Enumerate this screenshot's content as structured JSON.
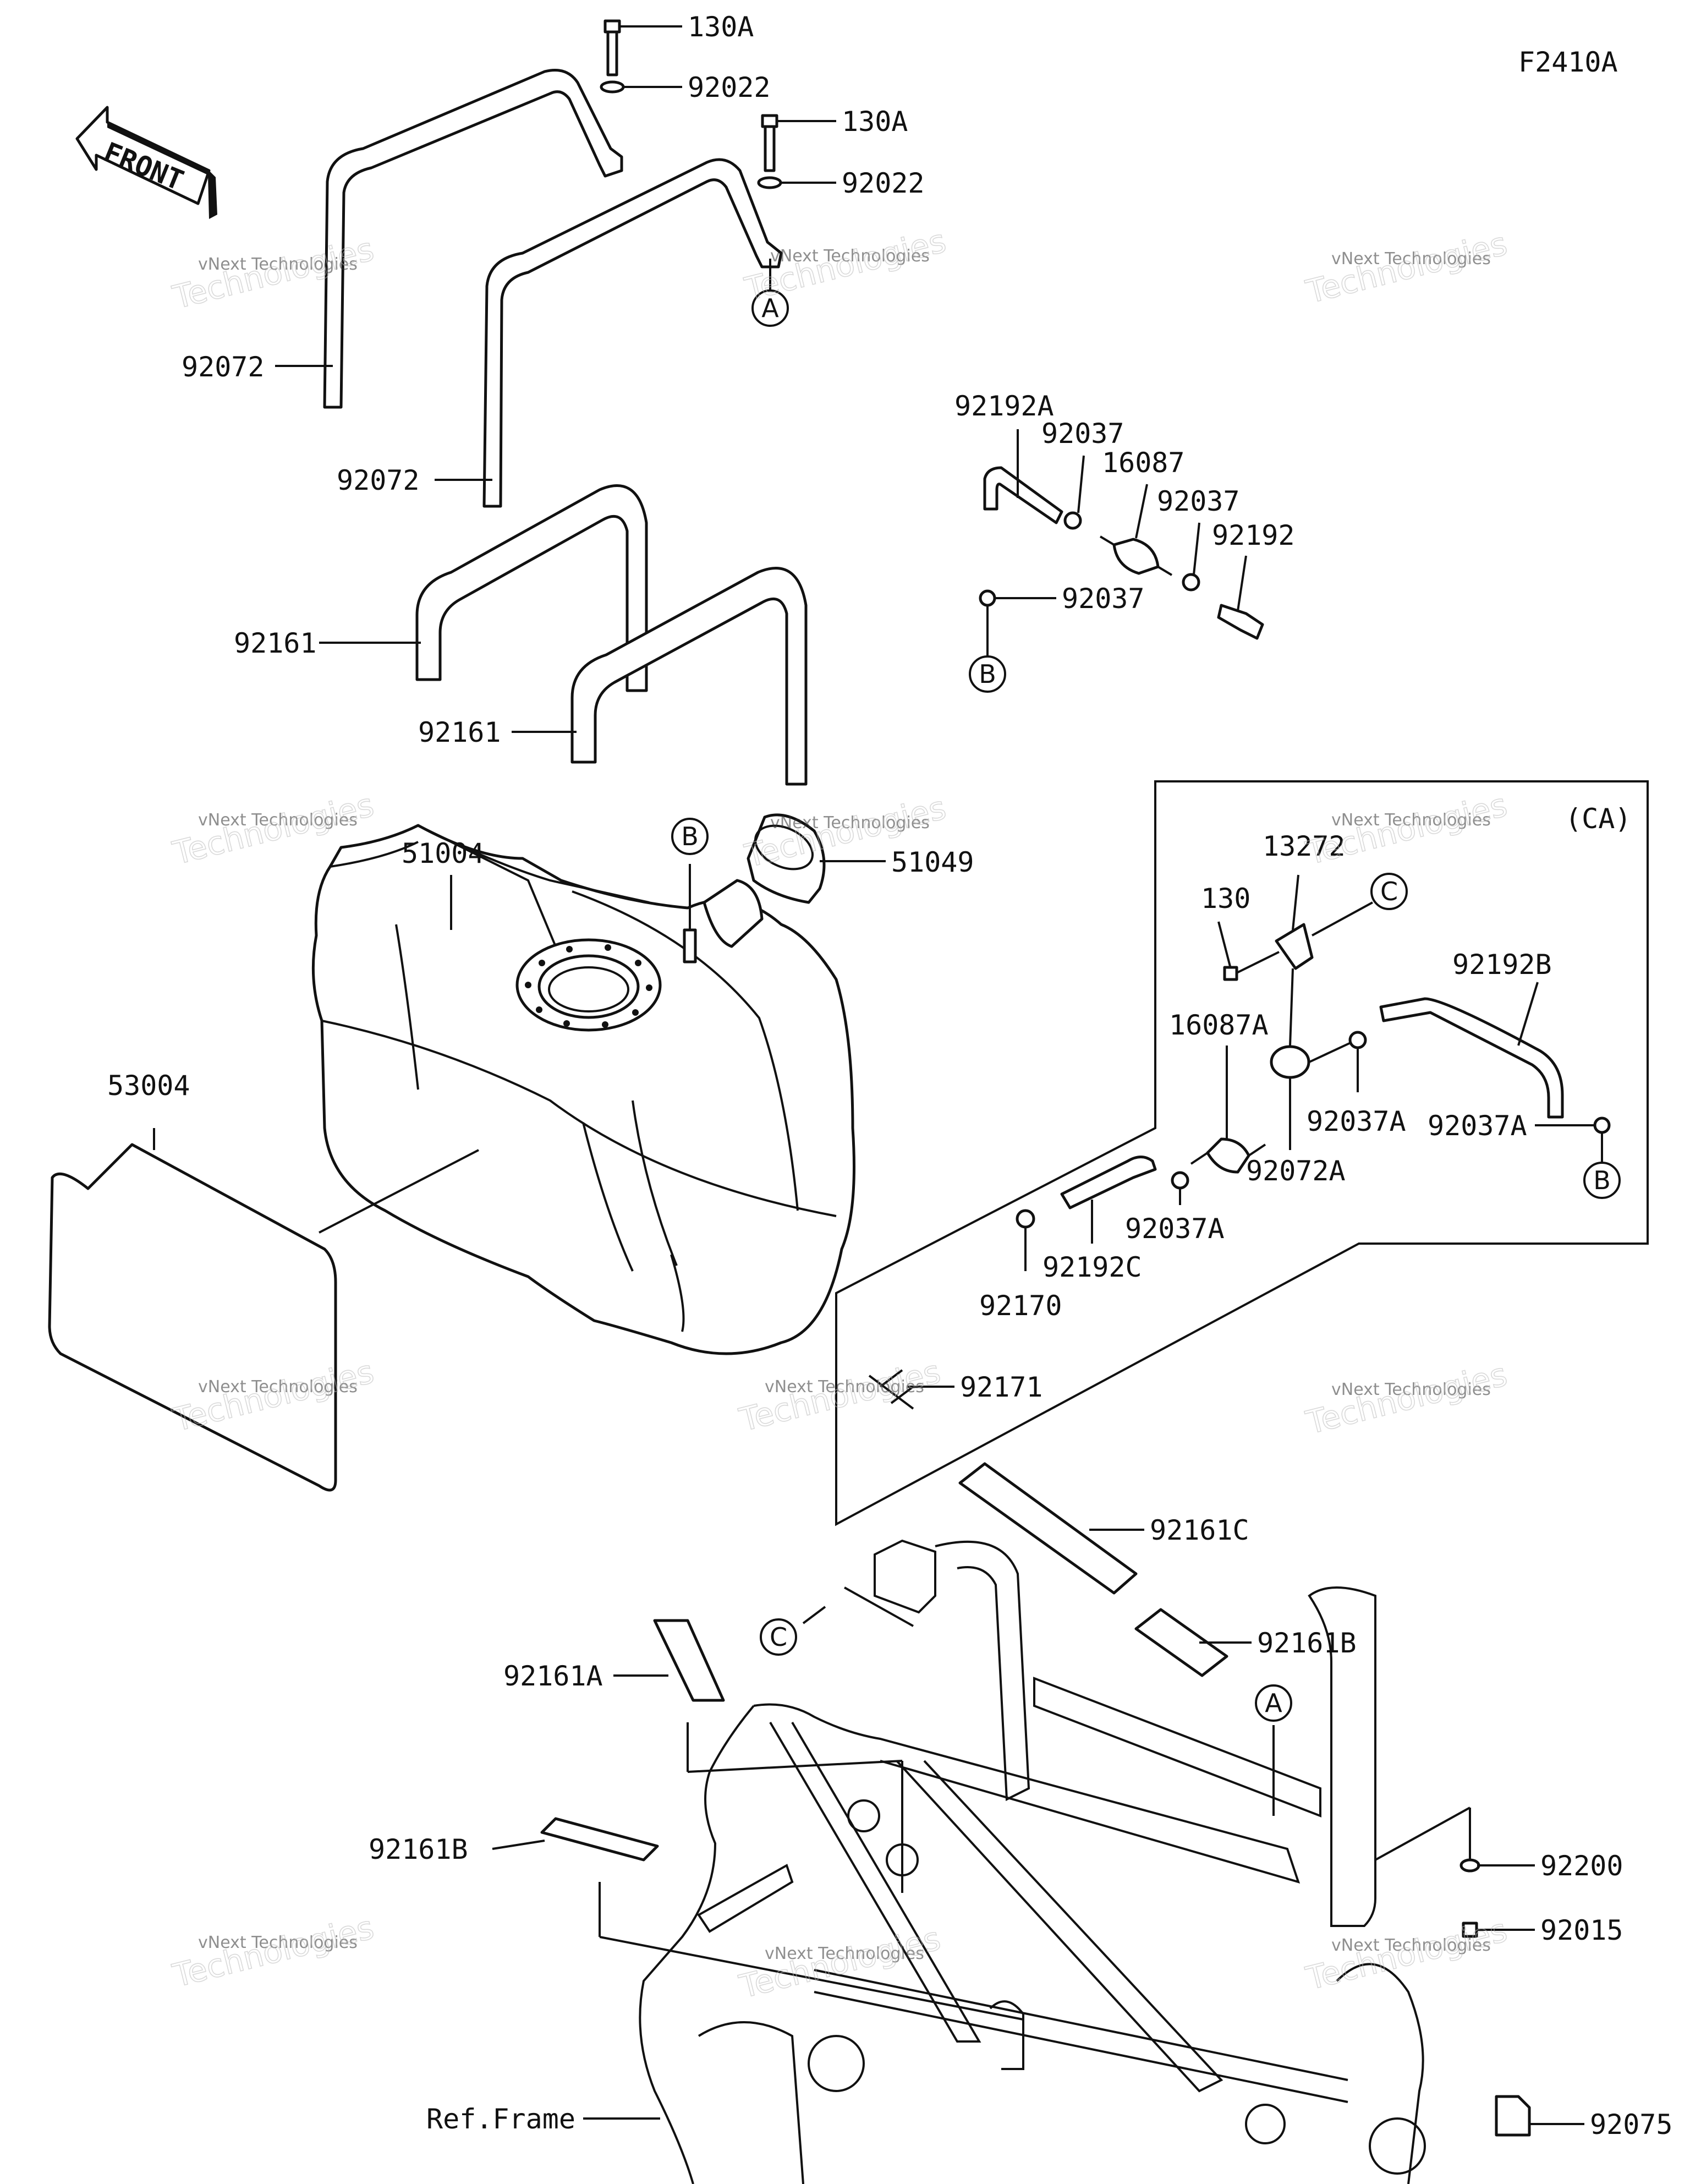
{
  "figure_code": "F2410A",
  "front_label": "FRONT",
  "variant_box_label": "(CA)",
  "ref_frame_label": "Ref.Frame",
  "watermark": {
    "line1": "vNext Technologies",
    "line2": "Technologies"
  },
  "part_numbers": {
    "bolt_top_left": "130A",
    "washer_top_left": "92022",
    "bolt_top_right": "130A",
    "washer_top_right": "92022",
    "band_rear": "92072",
    "band_front": "92072",
    "pad_rear": "92161",
    "pad_front": "92161",
    "tank": "51004",
    "cap": "51049",
    "cover": "53004",
    "hose_a": "92192A",
    "clamp_1": "92037",
    "filter": "16087",
    "clamp_2": "92037",
    "fitting": "92192",
    "clamp_3": "92037",
    "bracket": "13272",
    "bolt_130": "130",
    "hose_b": "92192B",
    "filter_a": "16087A",
    "clamp_a1": "92037A",
    "clamp_a2": "92037A",
    "holder": "92072A",
    "clamp_a3": "92037A",
    "hose_c": "92192C",
    "clamp_92170": "92170",
    "clip_92171": "92171",
    "pad_c": "92161C",
    "pad_b_right": "92161B",
    "pad_a": "92161A",
    "pad_b_left": "92161B",
    "washer_92200": "92200",
    "nut_92015": "92015",
    "block_92075": "92075"
  },
  "circle_refs": {
    "A_top": "A",
    "B_left": "B",
    "B_tank": "B",
    "C_bracket": "C",
    "B_ca": "B",
    "C_frame": "C",
    "A_frame": "A"
  }
}
